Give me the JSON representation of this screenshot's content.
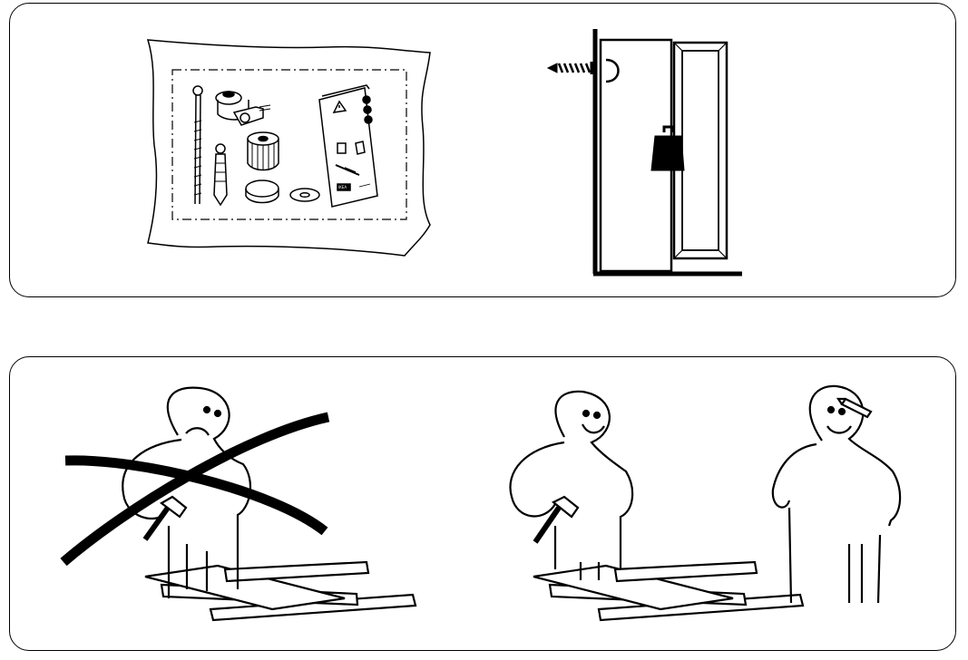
{
  "panels": [
    {
      "name": "hardware-package-panel",
      "illustrations": [
        "hardware-bag-icon",
        "wall-anchor-door-icon"
      ]
    },
    {
      "name": "assembly-people-panel",
      "illustrations": [
        "sad-person-alone-icon",
        "happy-two-people-icon"
      ]
    }
  ],
  "booklet": {
    "brand_mark": "IKEA"
  },
  "colors": {
    "line": "#000000",
    "background": "#ffffff"
  }
}
